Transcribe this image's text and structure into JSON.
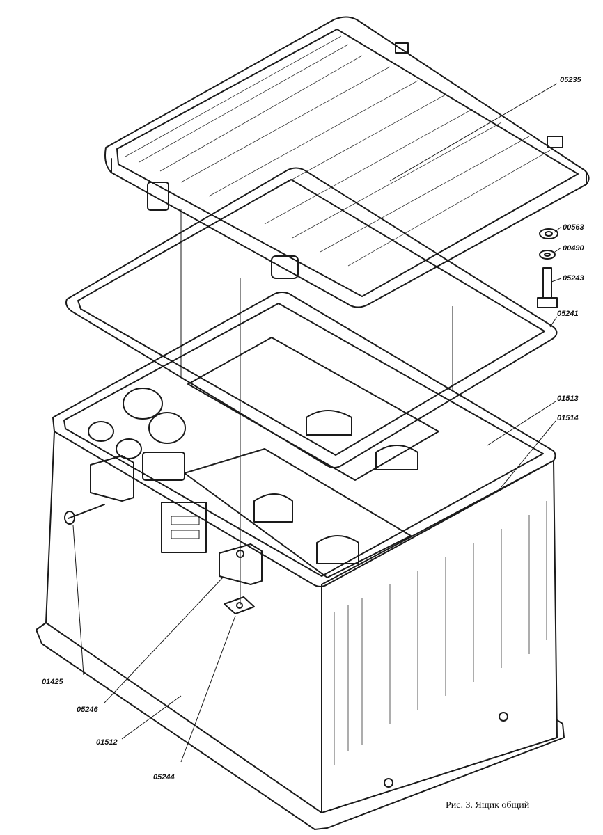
{
  "labels": {
    "p05235": "05235",
    "p00563": "00563",
    "p00490": "00490",
    "p05243": "05243",
    "p05241": "05241",
    "p01513": "01513",
    "p01514": "01514",
    "p01425": "01425",
    "p05246": "05246",
    "p01512": "01512",
    "p05244": "05244"
  },
  "caption": "Рис. 3. Ящик общий"
}
